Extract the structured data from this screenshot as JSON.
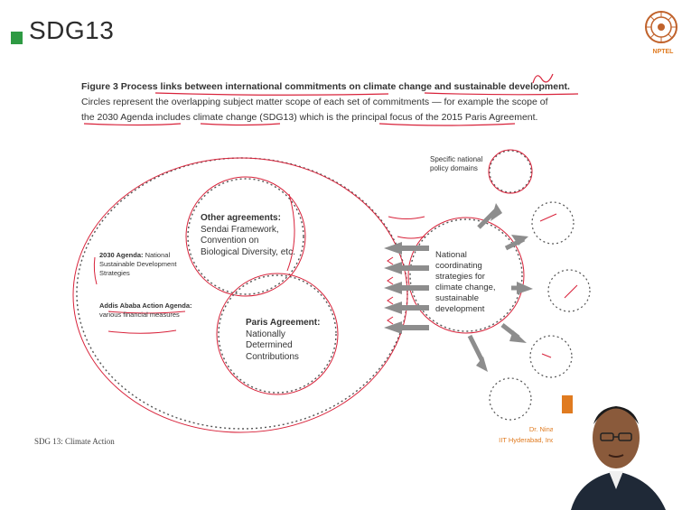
{
  "header": {
    "title": "SDG13"
  },
  "logo": {
    "label": "NPTEL"
  },
  "caption": {
    "bold": "Figure 3 Process links between international commitments on climate change and sustainable development.",
    "line2": "Circles represent the overlapping subject matter scope of each set of commitments — for example the scope of",
    "line3": "the 2030 Agenda includes climate change (SDG13) which is the principal focus of the 2015 Paris Agreement."
  },
  "diagram": {
    "other_agreements_title": "Other agreements:",
    "other_agreements_body": [
      "Sendai Framework,",
      "Convention on",
      "Biological Diversity, etc."
    ],
    "paris_title": "Paris Agreement:",
    "paris_body": [
      "Nationally",
      "Determined",
      "Contributions"
    ],
    "agenda_title": "2030 Agenda:",
    "agenda_body_1": "National",
    "agenda_body_2": "Sustainable Development",
    "agenda_body_3": "Strategies",
    "addis_title": "Addis Ababa Action Agenda:",
    "addis_body": "various financial measures",
    "national_lines": [
      "National",
      "coordinating",
      "strategies for",
      "climate change,",
      "sustainable",
      "development"
    ],
    "policy_lines": [
      "Specific national",
      "policy domains"
    ]
  },
  "footer": {
    "left": "SDG 13: Climate Action",
    "right_1": "Dr. Nina B",
    "right_2": "IIT Hyderabad, India"
  },
  "colors": {
    "accent": "#2e9a43",
    "annotation": "#d8223a",
    "diagram_line": "#555555",
    "arrow": "#8d8d8d",
    "footer_accent": "#e07b20"
  }
}
